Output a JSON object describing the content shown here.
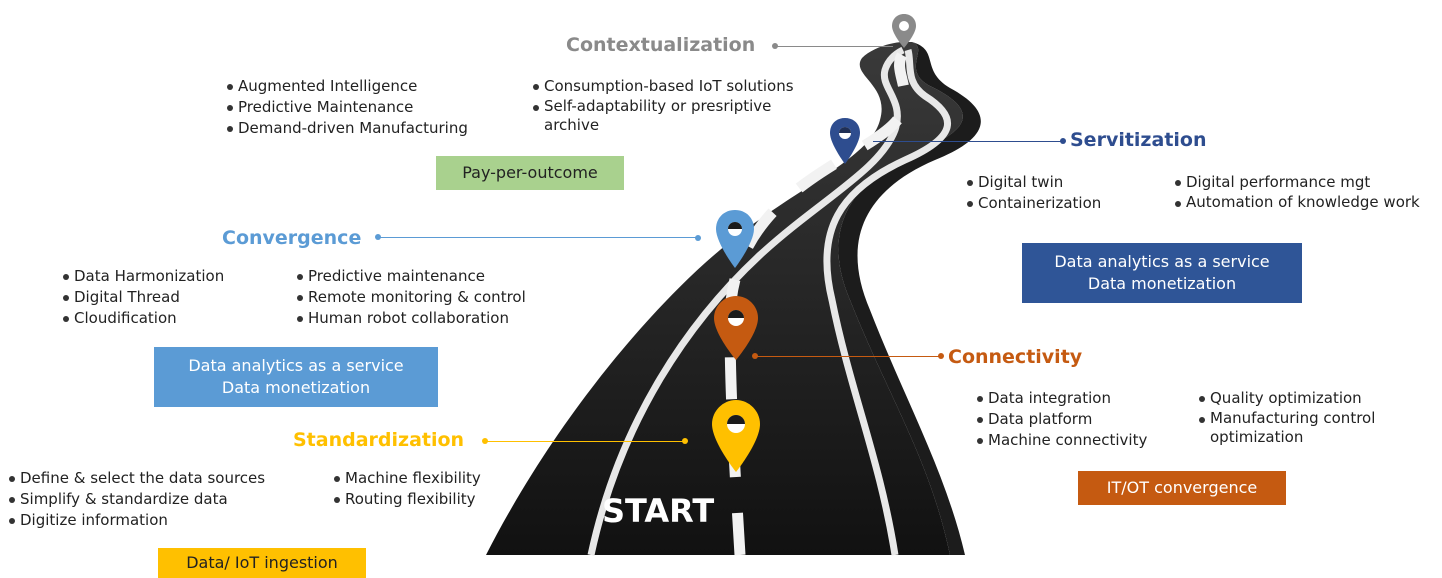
{
  "colors": {
    "contextualization": "#8a8a8a",
    "servitization": "#2e4d8f",
    "convergence": "#5b9bd5",
    "connectivity": "#c55a11",
    "standardization": "#ffc000",
    "pay_box": "#a9d18e",
    "servitization_box": "#2f5597",
    "convergence_box": "#5b9bd5",
    "connectivity_box": "#c55a11",
    "standardization_box": "#ffc000"
  },
  "stages": {
    "contextualization": {
      "label": "Contextualization",
      "col1": [
        "Augmented Intelligence",
        "Predictive Maintenance",
        "Demand-driven Manufacturing"
      ],
      "col2": [
        "Consumption-based IoT solutions",
        "Self-adaptability or presriptive archive"
      ],
      "box": [
        "Pay-per-outcome"
      ]
    },
    "servitization": {
      "label": "Servitization",
      "col1": [
        "Digital twin",
        "Containerization"
      ],
      "col2": [
        "Digital performance mgt",
        "Automation of knowledge work"
      ],
      "box": [
        "Data analytics as a service",
        "Data monetization"
      ]
    },
    "convergence": {
      "label": "Convergence",
      "col1": [
        "Data Harmonization",
        "Digital Thread",
        "Cloudification"
      ],
      "col2": [
        "Predictive maintenance",
        "Remote monitoring & control",
        "Human robot collaboration"
      ],
      "box": [
        "Data analytics as a service",
        "Data monetization"
      ]
    },
    "connectivity": {
      "label": "Connectivity",
      "col1": [
        "Data integration",
        "Data platform",
        "Machine connectivity"
      ],
      "col2": [
        "Quality optimization",
        "Manufacturing control optimization"
      ],
      "box": [
        "IT/OT convergence"
      ]
    },
    "standardization": {
      "label": "Standardization",
      "col1": [
        "Define & select the data sources",
        "Simplify & standardize data",
        "Digitize information"
      ],
      "col2": [
        "Machine flexibility",
        "Routing flexibility"
      ],
      "box": [
        "Data/ IoT ingestion"
      ]
    }
  },
  "road_start_label": "START"
}
